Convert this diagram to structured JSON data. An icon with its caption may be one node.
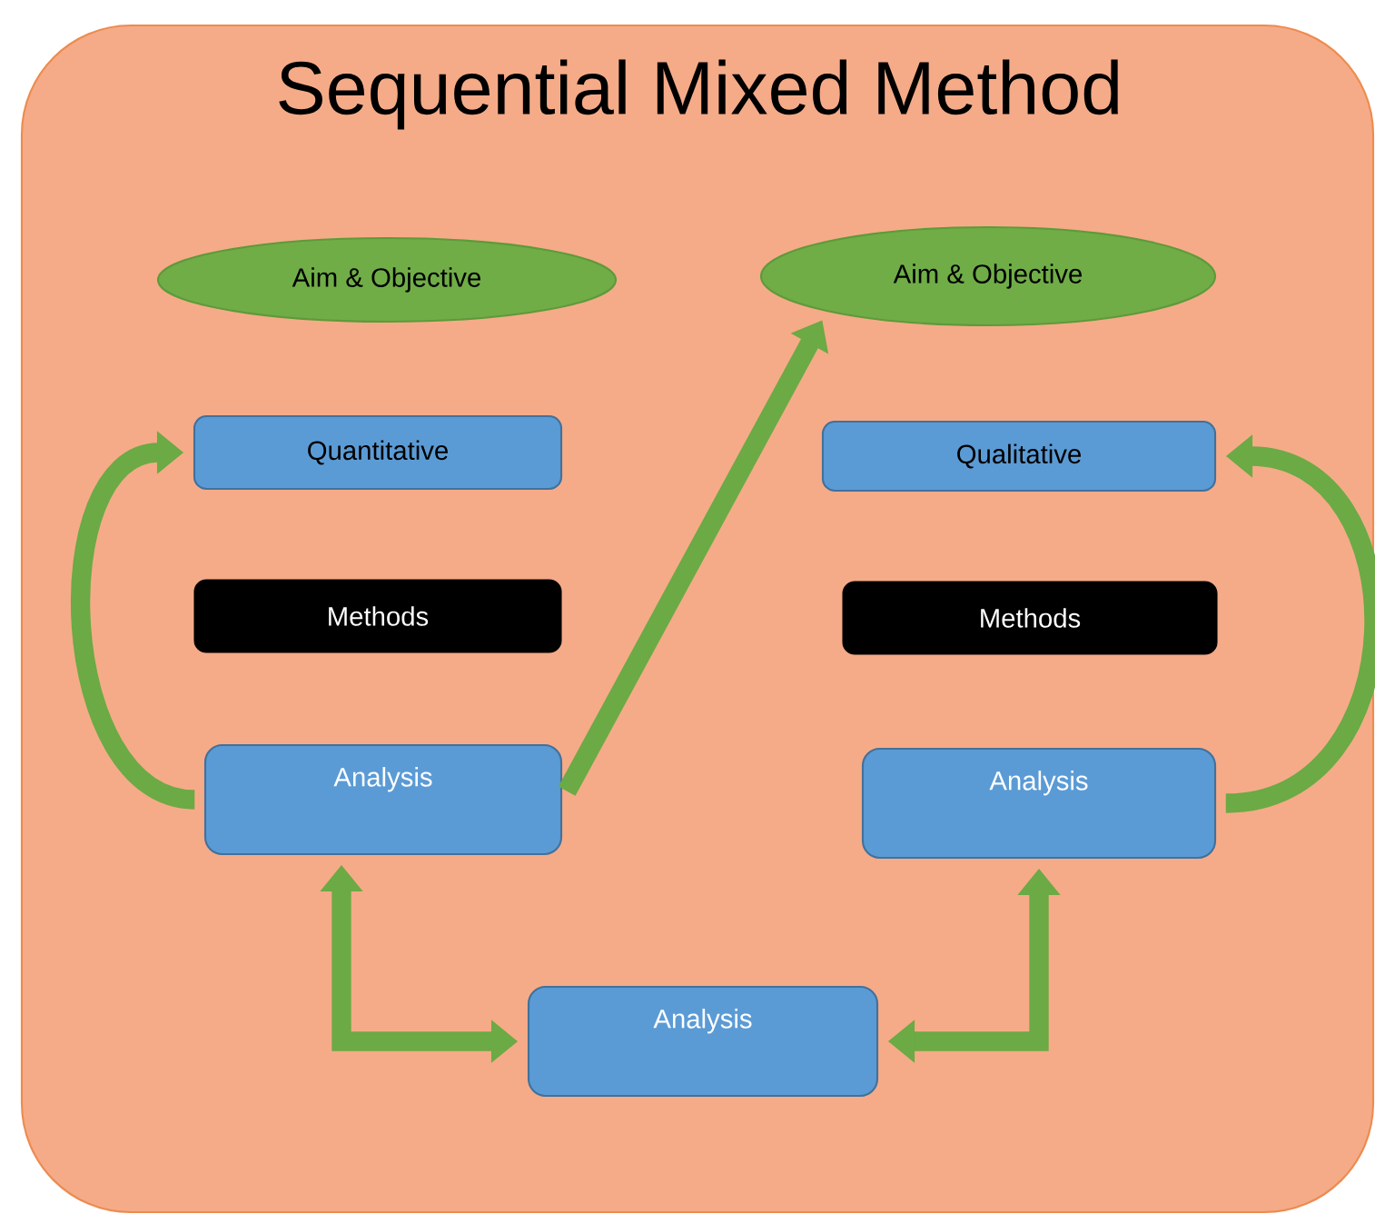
{
  "diagram": {
    "title": "Sequential Mixed Method",
    "nodes": [
      {
        "text": [
          "Aim & Objective"
        ]
      },
      {
        "text": [
          "Aim & Objective"
        ]
      },
      {
        "text": [
          "Quantitative"
        ]
      },
      {
        "text": [
          "Qualitative"
        ]
      },
      {
        "text": [
          "Methods"
        ]
      },
      {
        "text": [
          "Methods"
        ]
      },
      {
        "text": [
          "Analysis"
        ]
      },
      {
        "text": [
          "Analysis"
        ]
      },
      {
        "text": [
          "Analysis"
        ]
      }
    ],
    "edges": [
      {
        "from": 6,
        "to": 2,
        "arrow": "to"
      },
      {
        "from": 6,
        "to": 1,
        "arrow": "to"
      },
      {
        "from": 7,
        "to": 3,
        "arrow": "to"
      },
      {
        "from": 6,
        "to": 8,
        "arrow": "both"
      },
      {
        "from": 7,
        "to": 8,
        "arrow": "both"
      }
    ]
  }
}
